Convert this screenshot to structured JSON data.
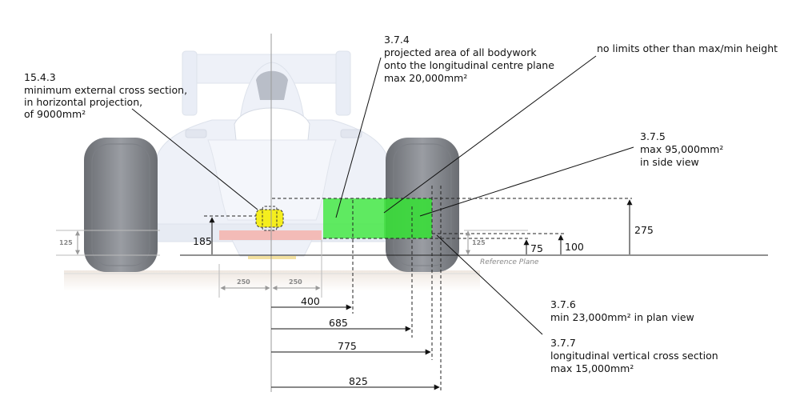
{
  "annotations": {
    "a1543": {
      "ref": "15.4.3",
      "lines": [
        "minimum external cross section,",
        "in horizontal projection,",
        "of 9000mm²"
      ]
    },
    "a374": {
      "ref": "3.7.4",
      "lines": [
        "projected area of all bodywork",
        "onto the longitudinal centre plane",
        "max 20,000mm²"
      ]
    },
    "nolimit": {
      "text": "no limits other than max/min height"
    },
    "a375": {
      "ref": "3.7.5",
      "lines": [
        "max 95,000mm²",
        "in side view"
      ]
    },
    "a376": {
      "ref": "3.7.6",
      "lines": [
        "min 23,000mm² in plan view"
      ]
    },
    "a377": {
      "ref": "3.7.7",
      "lines": [
        "longitudinal vertical cross section",
        "max 15,000mm²"
      ]
    }
  },
  "dimensions": {
    "h185": "185",
    "h125_left": "125",
    "h125_right": "125",
    "h75": "75",
    "h100": "100",
    "h275": "275",
    "w250_left": "250",
    "w250_right": "250",
    "w400": "400",
    "w685": "685",
    "w775": "775",
    "w825": "825"
  },
  "reference_plane": "Reference Plane",
  "colors": {
    "green_zone": "#3fe83f",
    "yellow_zone": "#f5ee1e",
    "red_plank": "#f4b6b0",
    "car_body": "#eef1f8"
  }
}
